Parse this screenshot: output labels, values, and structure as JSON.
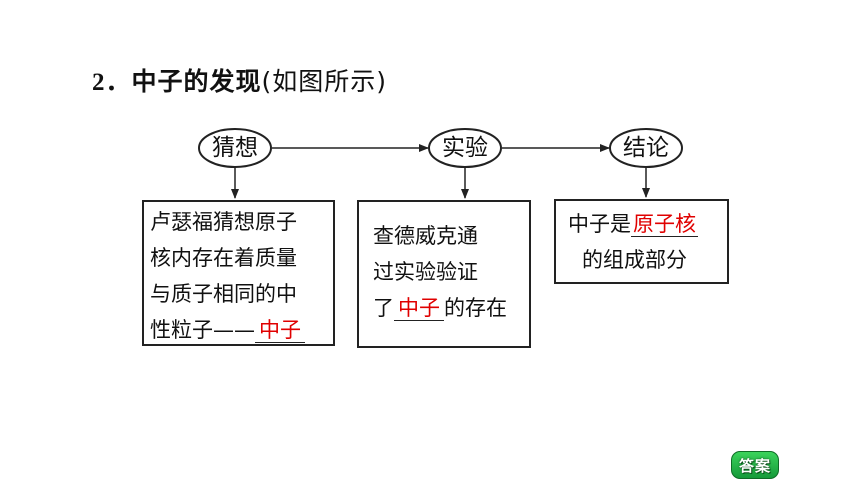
{
  "heading": {
    "number": "2．",
    "title": "中子的发现",
    "note": "(如图所示)"
  },
  "nodes": {
    "guess": "猜想",
    "experiment": "实验",
    "conclusion": "结论"
  },
  "boxes": {
    "guess_lines": [
      "卢瑟福猜想原子",
      "核内存在着质量",
      "与质子相同的中"
    ],
    "guess_last_prefix": "性粒子——",
    "guess_answer": "中子",
    "experiment_lines": [
      "查德威克通",
      "过实验验证"
    ],
    "experiment_last_prefix": "了",
    "experiment_answer": "中子",
    "experiment_last_suffix": "的存在",
    "conclusion_prefix": "中子是",
    "conclusion_answer": "原子核",
    "conclusion_line2": "的组成部分"
  },
  "answer_button": "答案"
}
